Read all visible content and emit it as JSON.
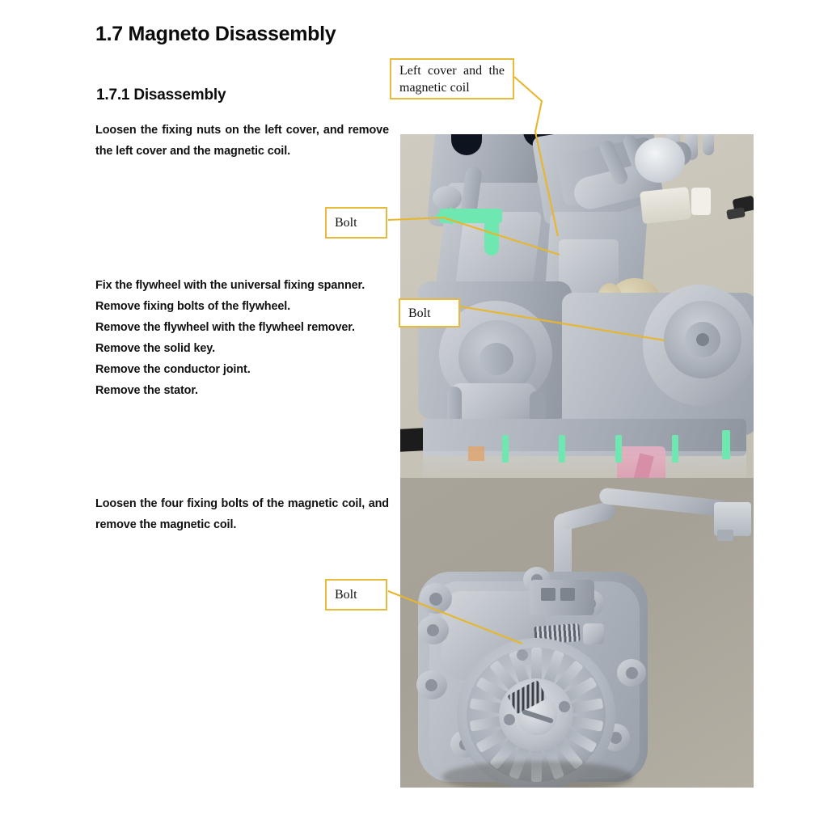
{
  "document": {
    "heading": "1.7 Magneto Disassembly",
    "subheading": "1.7.1 Disassembly"
  },
  "body": {
    "paragraph_1": "Loosen the fixing nuts on the left cover, and remove the left cover and the magnetic coil.",
    "paragraph_2_lines": [
      "Fix the flywheel with the universal fixing spanner.",
      "Remove fixing bolts of the flywheel.",
      "Remove the flywheel with the flywheel remover.",
      "Remove the solid key.",
      "Remove the conductor joint.",
      "Remove the stator."
    ],
    "paragraph_3": "Loosen the four fixing bolts of the magnetic coil, and remove the magnetic coil."
  },
  "callouts": {
    "cover_label": "Left cover and the magnetic coil",
    "bolt_label_1": "Bolt",
    "bolt_label_2": "Bolt",
    "bolt_label_3": "Bolt"
  },
  "figures": {
    "engine": {
      "name": "engine-assembly-left-side-photo"
    },
    "magneto": {
      "name": "magneto-stator-cover-photo"
    }
  },
  "colors": {
    "callout_border": "#e7b93d",
    "leader_line": "#e8b62c",
    "highlight_bolt": "#6ee7b0",
    "text": "#111111",
    "page_background": "#ffffff"
  }
}
